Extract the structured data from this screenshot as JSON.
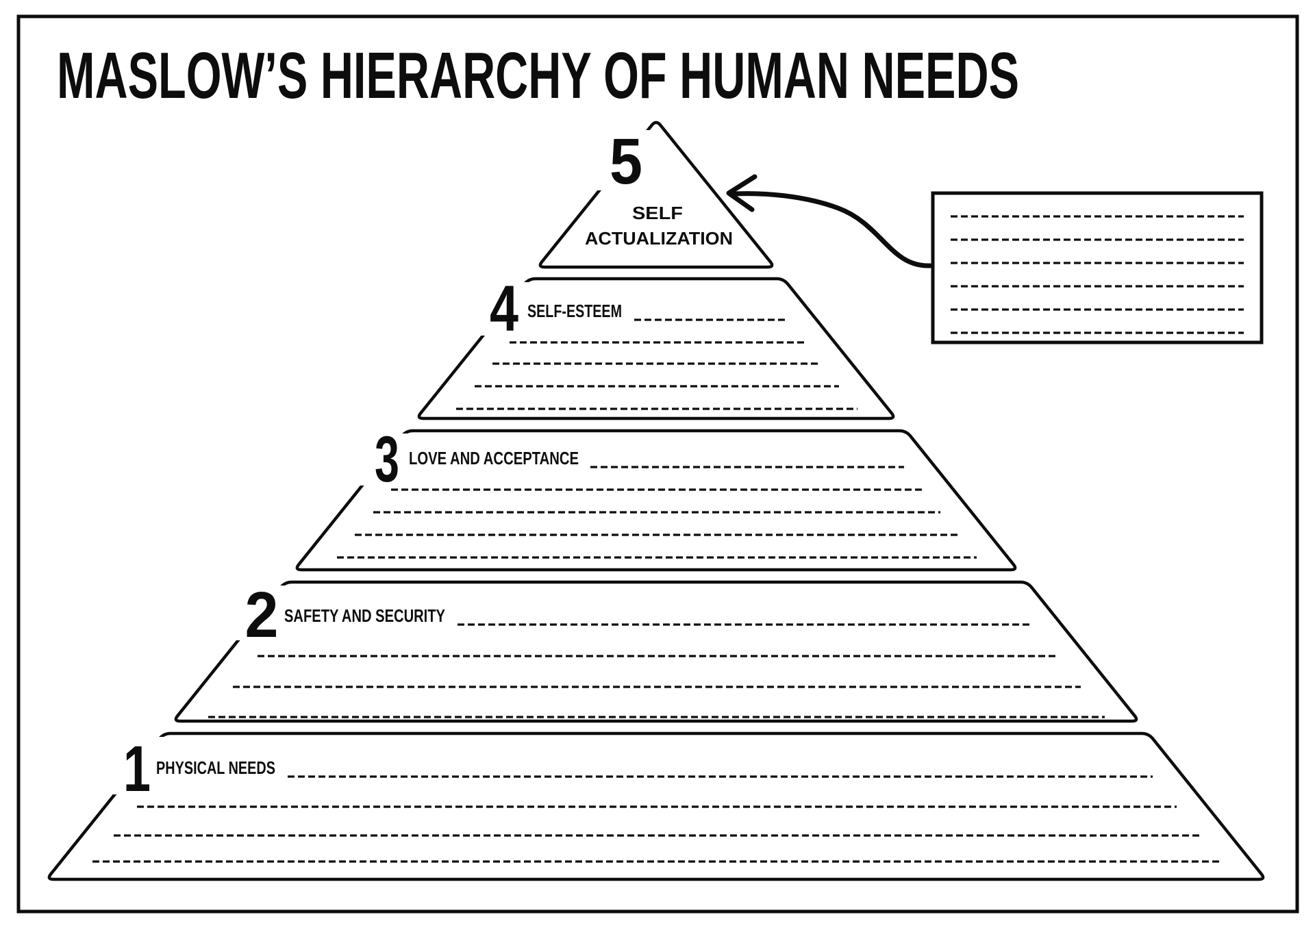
{
  "title": "MASLOW’S HIERARCHY OF HUMAN NEEDS",
  "pyramid": {
    "levels": [
      {
        "number": "5",
        "label_line1": "SELF",
        "label_line2": "ACTUALIZATION",
        "write_lines": 0
      },
      {
        "number": "4",
        "label": "SELF-ESTEEM",
        "write_lines": 5
      },
      {
        "number": "3",
        "label": "LOVE AND ACCEPTANCE",
        "write_lines": 5
      },
      {
        "number": "2",
        "label": "SAFETY AND SECURITY",
        "write_lines": 4
      },
      {
        "number": "1",
        "label": "PHYSICAL NEEDS",
        "write_lines": 4
      }
    ]
  },
  "notes_box": {
    "write_lines": 6,
    "content": ""
  },
  "colors": {
    "ink": "#0d0d0d",
    "background": "#ffffff"
  }
}
